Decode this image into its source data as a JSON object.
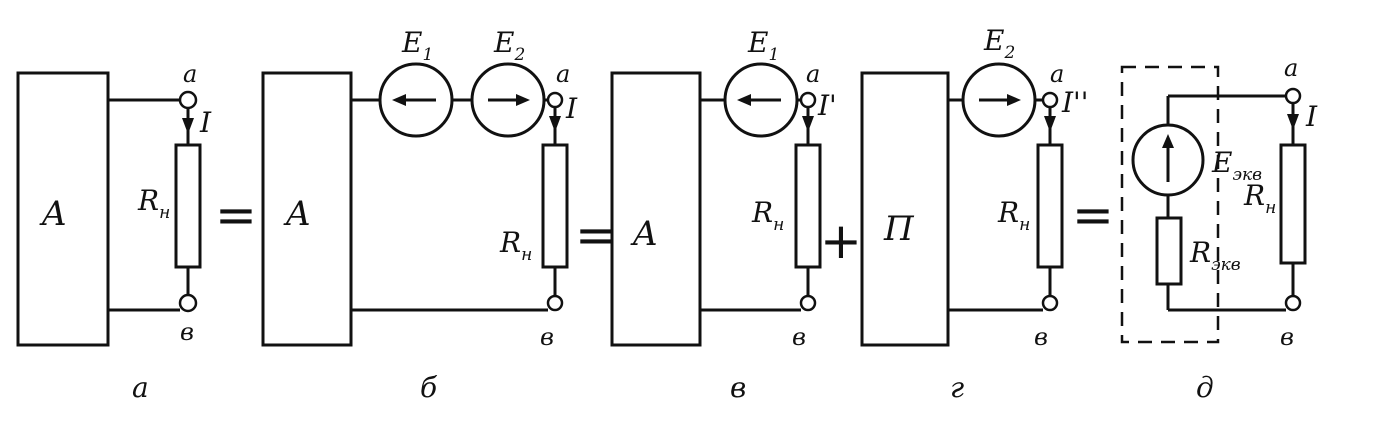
{
  "terminals": {
    "top": "a",
    "bottom": "в"
  },
  "current": {
    "main": "I",
    "partial_1": "I'",
    "partial_2": "I''"
  },
  "resistor": {
    "main": "R",
    "sub": "н"
  },
  "source_1": {
    "main": "E",
    "sub": "1"
  },
  "source_2": {
    "main": "E",
    "sub": "2"
  },
  "network_active": "A",
  "network_passive": "П",
  "equiv_source": {
    "main": "E",
    "sub": "экв"
  },
  "equiv_resistor": {
    "main": "R",
    "sub": "экв"
  },
  "operators": {
    "eq": "=",
    "plus": "+"
  },
  "captions": [
    "а",
    "б",
    "в",
    "г",
    "д"
  ]
}
